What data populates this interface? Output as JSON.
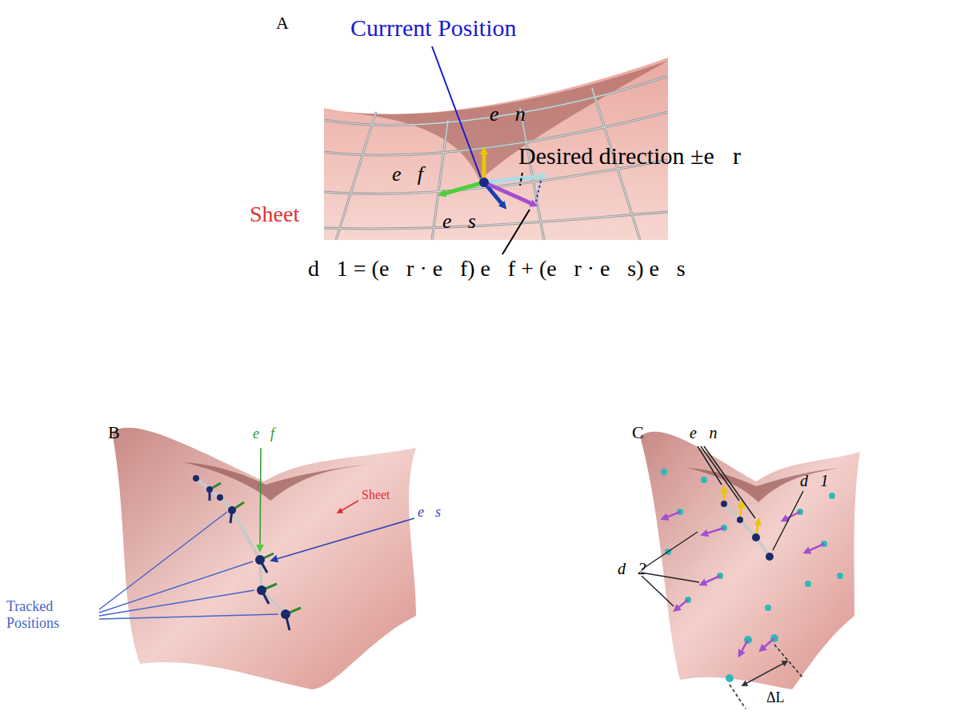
{
  "diagram": {
    "labels": [
      "A",
      "Currrent Position",
      "e⃗n",
      "Desired direction ±e⃗r",
      "e⃗f",
      "Sheet",
      "e⃗s",
      "d⃗1 = (e⃗r · e⃗f) e⃗f + (e⃗r · e⃗s) e⃗s",
      "B",
      "e⃗f",
      "Sheet",
      "e⃗s",
      "Tracked Positions",
      "C",
      "e⃗n",
      "d⃗1",
      "d⃗2",
      "ΔL"
    ]
  }
}
